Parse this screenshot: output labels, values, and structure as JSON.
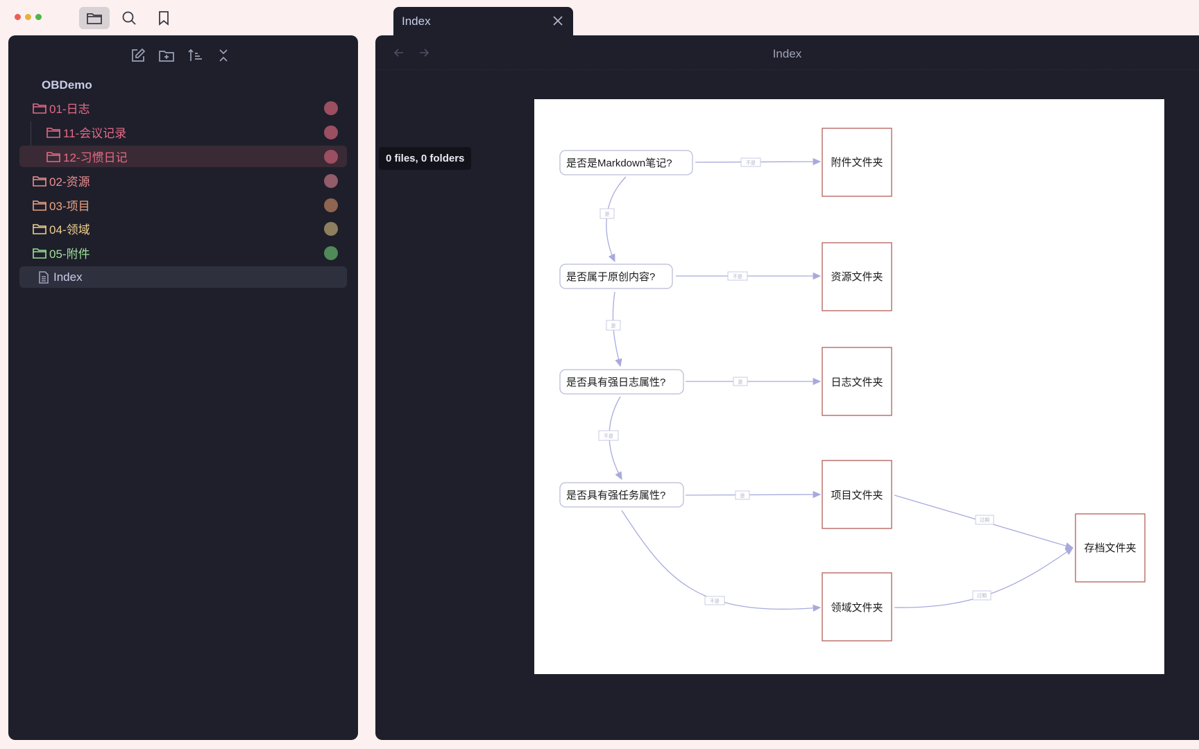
{
  "window": {
    "controls": [
      "close",
      "minimize",
      "maximize"
    ]
  },
  "ribbon": {
    "icons": [
      "folder-icon",
      "search-icon",
      "bookmark-icon"
    ],
    "active": "folder-icon"
  },
  "sidebar": {
    "toolbar_icons": [
      "new-note-icon",
      "new-folder-icon",
      "sort-icon",
      "collapse-all-icon"
    ],
    "vault_name": "OBDemo",
    "items": [
      {
        "label": "01-日志",
        "type": "folder",
        "color": "#e46b85",
        "dot": "#9c4f61"
      },
      {
        "label": "11-会议记录",
        "type": "folder",
        "color": "#e46b85",
        "dot": "#9c4f61"
      },
      {
        "label": "12-习惯日记",
        "type": "folder",
        "color": "#e46b85",
        "dot": "#9c4f61"
      },
      {
        "label": "02-资源",
        "type": "folder",
        "color": "#ee8f8f",
        "dot": "#925c6a"
      },
      {
        "label": "03-项目",
        "type": "folder",
        "color": "#efa27f",
        "dot": "#8e6550"
      },
      {
        "label": "04-领域",
        "type": "folder",
        "color": "#f0d08e",
        "dot": "#8e7f5f"
      },
      {
        "label": "05-附件",
        "type": "folder",
        "color": "#9ee29a",
        "dot": "#4f8a58"
      },
      {
        "label": "Index",
        "type": "file",
        "color": "#c8cde8"
      }
    ]
  },
  "tab": {
    "title": "Index",
    "close_icon": "close-icon"
  },
  "view": {
    "title": "Index",
    "back_icon": "arrow-left-icon",
    "forward_icon": "arrow-right-icon"
  },
  "tooltip": "0 files, 0 folders",
  "flowchart": {
    "questions": [
      "是否是Markdown笔记?",
      "是否属于原创内容?",
      "是否具有强日志属性?",
      "是否具有强任务属性?"
    ],
    "targets": [
      "附件文件夹",
      "资源文件夹",
      "日志文件夹",
      "项目文件夹",
      "领域文件夹",
      "存档文件夹"
    ],
    "edge_labels": {
      "no": "不是",
      "yes": "是",
      "expired": "过期"
    }
  }
}
